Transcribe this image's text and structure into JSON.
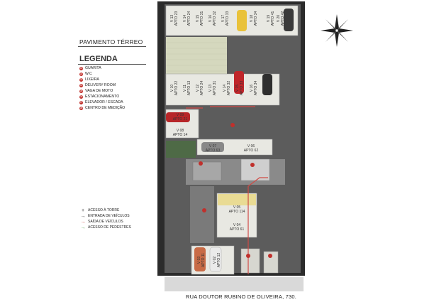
{
  "header": {
    "title": "PAVIMENTO TÉRREO",
    "legend_title": "LEGENDA"
  },
  "legend": [
    {
      "num": "01",
      "label": "GUARITA"
    },
    {
      "num": "02",
      "label": "W.C"
    },
    {
      "num": "03",
      "label": "LIXEIRA"
    },
    {
      "num": "04",
      "label": "DELIVERY ROOM"
    },
    {
      "num": "05",
      "label": "VAGA DE MOTO"
    },
    {
      "num": "06",
      "label": "ESTACIONAMENTO"
    },
    {
      "num": "07",
      "label": "ELEVADOR / ESCADA"
    },
    {
      "num": "08",
      "label": "CENTRO DE MEDIÇÃO"
    }
  ],
  "access_legend": [
    {
      "symbol": "+",
      "label": "ACESSO À TORRE"
    },
    {
      "symbol": "→",
      "label": "ENTRADA DE VEÍCULOS"
    },
    {
      "symbol": "→",
      "label": "SAÍDA DE VEÍCULOS"
    },
    {
      "symbol": "→",
      "label": "ACESSO DE PEDESTRES"
    }
  ],
  "spaces": {
    "v13": [
      "V 13",
      "APTO 23"
    ],
    "v14": [
      "V 14",
      "APTO 24"
    ],
    "v15": [
      "V 15",
      "APTO 31"
    ],
    "v16": [
      "V 16",
      "APTO 32"
    ],
    "v17": [
      "V 17",
      "APTO 33"
    ],
    "v18": [
      "V 18",
      "APTO 34"
    ],
    "v19": [
      "V 19",
      "APTO 41"
    ],
    "v20": [
      "V 20",
      "APTO 42"
    ],
    "v10": [
      "V 10",
      "APTO 22"
    ],
    "v11": [
      "V 11",
      "APTO 13"
    ],
    "v12": [
      "V 12",
      "APTO 24"
    ],
    "v13b": [
      "V 13",
      "APTO 31"
    ],
    "v14b": [
      "V 14",
      "APTO 32"
    ],
    "v15b": [
      "V 15",
      "APTO 33"
    ],
    "v16b": [
      "V 16",
      "APTO 34"
    ],
    "v09": [
      "V 09",
      "APTO 21"
    ],
    "v08": [
      "V 08",
      "APTO 14"
    ],
    "v07": [
      "V 07",
      "APTO 63"
    ],
    "v06": [
      "V 06",
      "APTO 62"
    ],
    "v05": [
      "V 05",
      "APTO 114"
    ],
    "v04": [
      "V 04",
      "APTO 61"
    ],
    "v03": [
      "V 03",
      "APTO 11"
    ],
    "v02": [
      "V 02",
      "APTO 12"
    ]
  },
  "street": "RUA DOUTOR RUBINO DE OLIVEIRA, 730.",
  "compass": {
    "north": "N"
  },
  "colors": {
    "asphalt": "#5b5b5b",
    "lot_border": "#2a2a2a",
    "grass": "#d8dcc0",
    "access_red": "#d14a45",
    "yellow_car": "#e9c23a",
    "red_car": "#c0262a"
  }
}
